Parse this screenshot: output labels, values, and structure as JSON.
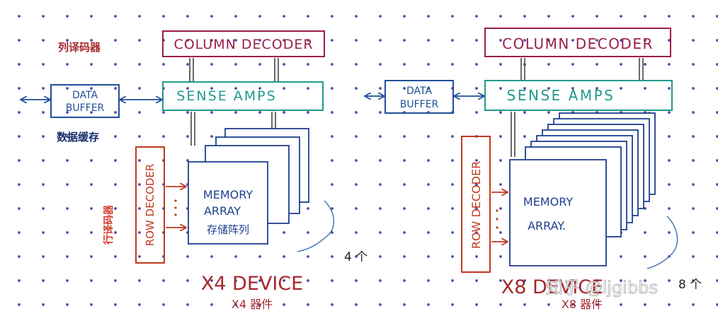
{
  "colors": {
    "column_decoder": "#9a1f4a",
    "sense_amps": "#1f9a8c",
    "data_buffer": "#1f4f9a",
    "row_decoder": "#c0391f",
    "memory_array": "#1e3f8f",
    "annotation_red": "#a5282d",
    "annotation_navy": "#1a2f6b",
    "dot_grid": "#4a4aa8"
  },
  "left": {
    "column_decoder": "COLUMN DECODER",
    "column_decoder_cn": "列译码器",
    "sense_amps": "SENSE  AMPS",
    "data_buffer_line1": "DATA",
    "data_buffer_line2": "BUFFER",
    "data_buffer_cn": "数据缓存",
    "row_decoder": "ROW DECODER",
    "row_decoder_cn": "行译码器",
    "memory_line1": "MEMORY",
    "memory_line2": "ARRAY",
    "memory_cn": "存储阵列",
    "count": "4 个",
    "device": "X4 DEVICE",
    "device_cn": "X4 器件"
  },
  "right": {
    "column_decoder": "COLUMN DECODER",
    "sense_amps": "SENSE  AMPS",
    "data_buffer_line1": "DATA",
    "data_buffer_line2": "BUFFER",
    "row_decoder": "ROW DECODER",
    "memory_line1": "MEMORY",
    "memory_line2": "ARRAY.",
    "count": "8 个",
    "device": "X8 DEVICE",
    "device_cn": "X8 器件"
  },
  "watermark": "知乎 @ljgibbs"
}
